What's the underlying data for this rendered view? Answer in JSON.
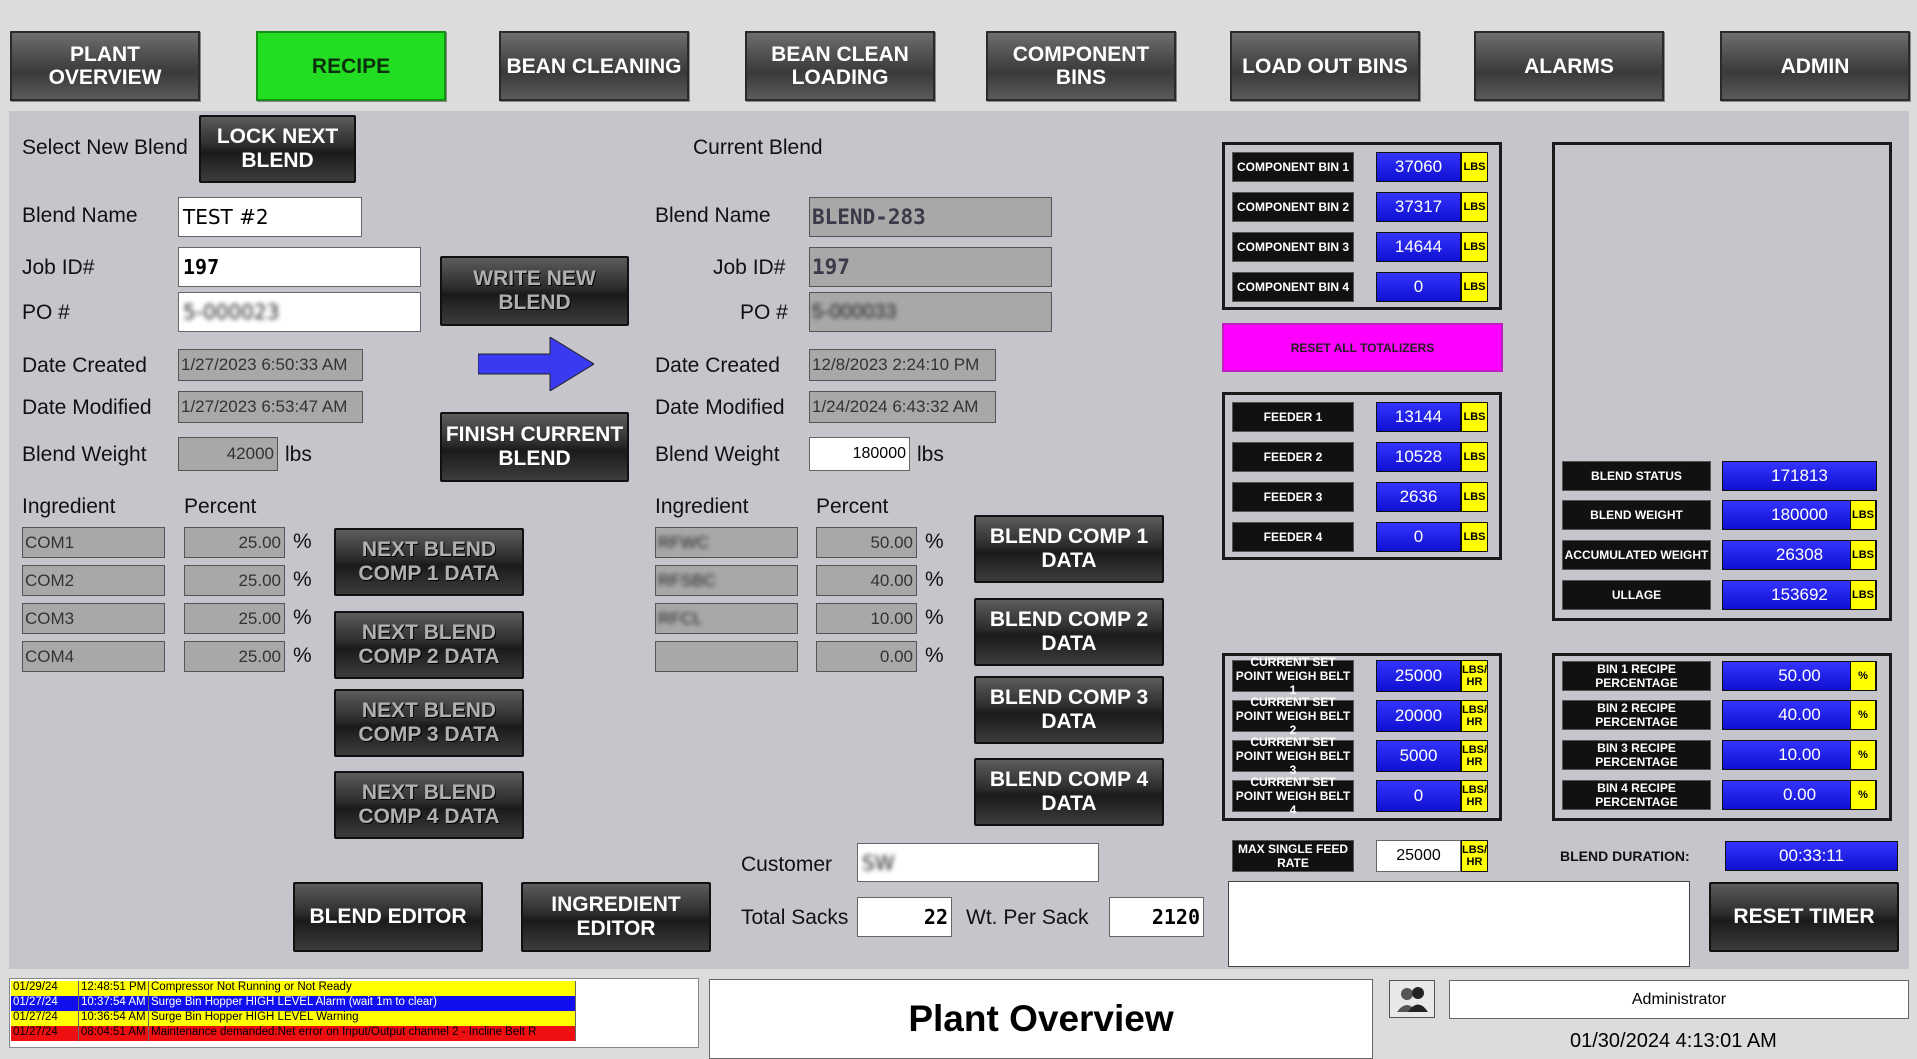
{
  "nav": [
    {
      "label": "PLANT OVERVIEW",
      "active": false
    },
    {
      "label": "RECIPE",
      "active": true
    },
    {
      "label": "BEAN CLEANING",
      "active": false
    },
    {
      "label": "BEAN CLEAN LOADING",
      "active": false
    },
    {
      "label": "COMPONENT BINS",
      "active": false
    },
    {
      "label": "LOAD OUT BINS",
      "active": false
    },
    {
      "label": "ALARMS",
      "active": false
    },
    {
      "label": "ADMIN",
      "active": false
    }
  ],
  "new_blend": {
    "select_label": "Select New Blend",
    "lock_button": "LOCK NEXT BLEND",
    "blend_name_label": "Blend Name",
    "blend_name": "TEST #2",
    "job_id_label": "Job ID#",
    "job_id": "197",
    "po_label": "PO #",
    "po": "5-000023",
    "date_created_label": "Date Created",
    "date_created": "1/27/2023 6:50:33 AM",
    "date_modified_label": "Date Modified",
    "date_modified": "1/27/2023 6:53:47 AM",
    "blend_weight_label": "Blend Weight",
    "blend_weight": "42000",
    "weight_unit": "lbs",
    "ingredient_label": "Ingredient",
    "percent_label": "Percent",
    "ingredients": [
      {
        "name": "COM1",
        "percent": "25.00"
      },
      {
        "name": "COM2",
        "percent": "25.00"
      },
      {
        "name": "COM3",
        "percent": "25.00"
      },
      {
        "name": "COM4",
        "percent": "25.00"
      }
    ],
    "comp_buttons": [
      "NEXT BLEND COMP 1 DATA",
      "NEXT BLEND COMP 2 DATA",
      "NEXT BLEND COMP 3 DATA",
      "NEXT BLEND COMP 4 DATA"
    ]
  },
  "middle": {
    "write_button": "WRITE NEW BLEND",
    "finish_button": "FINISH CURRENT BLEND"
  },
  "current_blend": {
    "title": "Current Blend",
    "blend_name_label": "Blend Name",
    "blend_name": "BLEND-283",
    "job_id_label": "Job ID#",
    "job_id": "197",
    "po_label": "PO #",
    "po": "5-000033",
    "date_created_label": "Date Created",
    "date_created": "12/8/2023 2:24:10 PM",
    "date_modified_label": "Date Modified",
    "date_modified": "1/24/2024 6:43:32 AM",
    "blend_weight_label": "Blend Weight",
    "blend_weight": "180000",
    "weight_unit": "lbs",
    "ingredient_label": "Ingredient",
    "percent_label": "Percent",
    "ingredients": [
      {
        "name": "RFWC",
        "percent": "50.00"
      },
      {
        "name": "RFSBC",
        "percent": "40.00"
      },
      {
        "name": "RFCL",
        "percent": "10.00"
      },
      {
        "name": "",
        "percent": "0.00"
      }
    ],
    "comp_buttons": [
      "BLEND COMP 1 DATA",
      "BLEND COMP 2 DATA",
      "BLEND COMP 3 DATA",
      "BLEND COMP 4 DATA"
    ],
    "customer_label": "Customer",
    "customer": "SW",
    "total_sacks_label": "Total Sacks",
    "total_sacks": "22",
    "wt_per_sack_label": "Wt. Per  Sack",
    "wt_per_sack": "2120"
  },
  "editors": {
    "blend": "BLEND EDITOR",
    "ingredient": "INGREDIENT EDITOR"
  },
  "percent_sign": "%",
  "component_bins": [
    {
      "label": "COMPONENT BIN 1",
      "value": "37060",
      "unit": "LBS"
    },
    {
      "label": "COMPONENT BIN 2",
      "value": "37317",
      "unit": "LBS"
    },
    {
      "label": "COMPONENT BIN 3",
      "value": "14644",
      "unit": "LBS"
    },
    {
      "label": "COMPONENT BIN 4",
      "value": "0",
      "unit": "LBS"
    }
  ],
  "reset_totalizers": "RESET ALL TOTALIZERS",
  "feeders": [
    {
      "label": "FEEDER 1",
      "value": "13144",
      "unit": "LBS"
    },
    {
      "label": "FEEDER 2",
      "value": "10528",
      "unit": "LBS"
    },
    {
      "label": "FEEDER 3",
      "value": "2636",
      "unit": "LBS"
    },
    {
      "label": "FEEDER 4",
      "value": "0",
      "unit": "LBS"
    }
  ],
  "set_points": [
    {
      "label": "CURRENT SET POINT WEIGH BELT 1",
      "value": "25000",
      "unit": "LBS/ HR"
    },
    {
      "label": "CURRENT SET POINT WEIGH BELT 2",
      "value": "20000",
      "unit": "LBS/ HR"
    },
    {
      "label": "CURRENT SET POINT WEIGH BELT 3",
      "value": "5000",
      "unit": "LBS/ HR"
    },
    {
      "label": "CURRENT SET POINT WEIGH BELT 4",
      "value": "0",
      "unit": "LBS/ HR"
    }
  ],
  "max_feed": {
    "label": "MAX SINGLE FEED RATE",
    "value": "25000",
    "unit": "LBS/ HR"
  },
  "status": [
    {
      "label": "BLEND STATUS",
      "value": "171813",
      "unit": ""
    },
    {
      "label": "BLEND WEIGHT",
      "value": "180000",
      "unit": "LBS"
    },
    {
      "label": "ACCUMULATED WEIGHT",
      "value": "26308",
      "unit": "LBS"
    },
    {
      "label": "ULLAGE",
      "value": "153692",
      "unit": "LBS"
    }
  ],
  "bin_pcts": [
    {
      "label": "BIN 1 RECIPE PERCENTAGE",
      "value": "50.00",
      "unit": "%"
    },
    {
      "label": "BIN 2 RECIPE PERCENTAGE",
      "value": "40.00",
      "unit": "%"
    },
    {
      "label": "BIN 3 RECIPE PERCENTAGE",
      "value": "10.00",
      "unit": "%"
    },
    {
      "label": "BIN 4 RECIPE PERCENTAGE",
      "value": "0.00",
      "unit": "%"
    }
  ],
  "blend_duration": {
    "label": "BLEND DURATION:",
    "value": "00:33:11"
  },
  "reset_timer": "RESET TIMER",
  "alarms": [
    {
      "date": "01/29/24",
      "time": "12:48:51 PM",
      "text": "Compressor Not Running or Not Ready",
      "bg": "#ffff00",
      "fg": "#000000"
    },
    {
      "date": "01/27/24",
      "time": "10:37:54 AM",
      "text": "Surge Bin Hopper HIGH LEVEL Alarm (wait 1m to clear)",
      "bg": "#1010ee",
      "fg": "#ffffff"
    },
    {
      "date": "01/27/24",
      "time": "10:36:54 AM",
      "text": "Surge Bin Hopper HIGH LEVEL Warning",
      "bg": "#ffff00",
      "fg": "#000000"
    },
    {
      "date": "01/27/24",
      "time": "08:04:51 AM",
      "text": "Maintenance demanded:Net error on Input/Output channel 2 - Incline Belt R",
      "bg": "#ee1010",
      "fg": "#000000"
    }
  ],
  "footer": {
    "screen_title": "Plant Overview",
    "user": "Administrator",
    "datetime": "01/30/2024 4:13:01 AM"
  },
  "colors": {
    "active_nav": "#22dd22",
    "value_blue": "#1a1aff",
    "unit_yellow": "#ffff00",
    "reset_magenta": "#ff00ff"
  }
}
